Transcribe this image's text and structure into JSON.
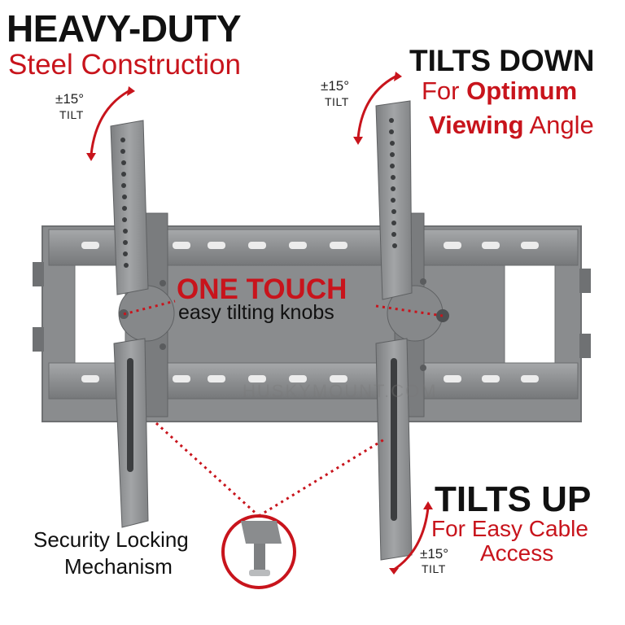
{
  "headline": {
    "title": "HEAVY-DUTY",
    "subtitle": "Steel Construction"
  },
  "tilts_down": {
    "title": "TILTS DOWN",
    "line1_pre": "For ",
    "line1_bold": "Optimum",
    "line2_bold": "Viewing",
    "line2_post": " Angle"
  },
  "one_touch": {
    "title": "ONE TOUCH",
    "subtitle": "easy tilting knobs"
  },
  "tilts_up": {
    "title": "TILTS UP",
    "line1": "For Easy Cable",
    "line2": "Access"
  },
  "security": {
    "line1": "Security Locking",
    "line2": "Mechanism"
  },
  "tilt_badges": [
    {
      "value": "±15°",
      "label": "TILT"
    },
    {
      "value": "±15°",
      "label": "TILT"
    },
    {
      "value": "±15°",
      "label": "TILT"
    }
  ],
  "watermark": "HUSKYMOUNT.COM",
  "colors": {
    "accent_red": "#c8141c",
    "steel": "#8f9193",
    "text": "#111111"
  }
}
